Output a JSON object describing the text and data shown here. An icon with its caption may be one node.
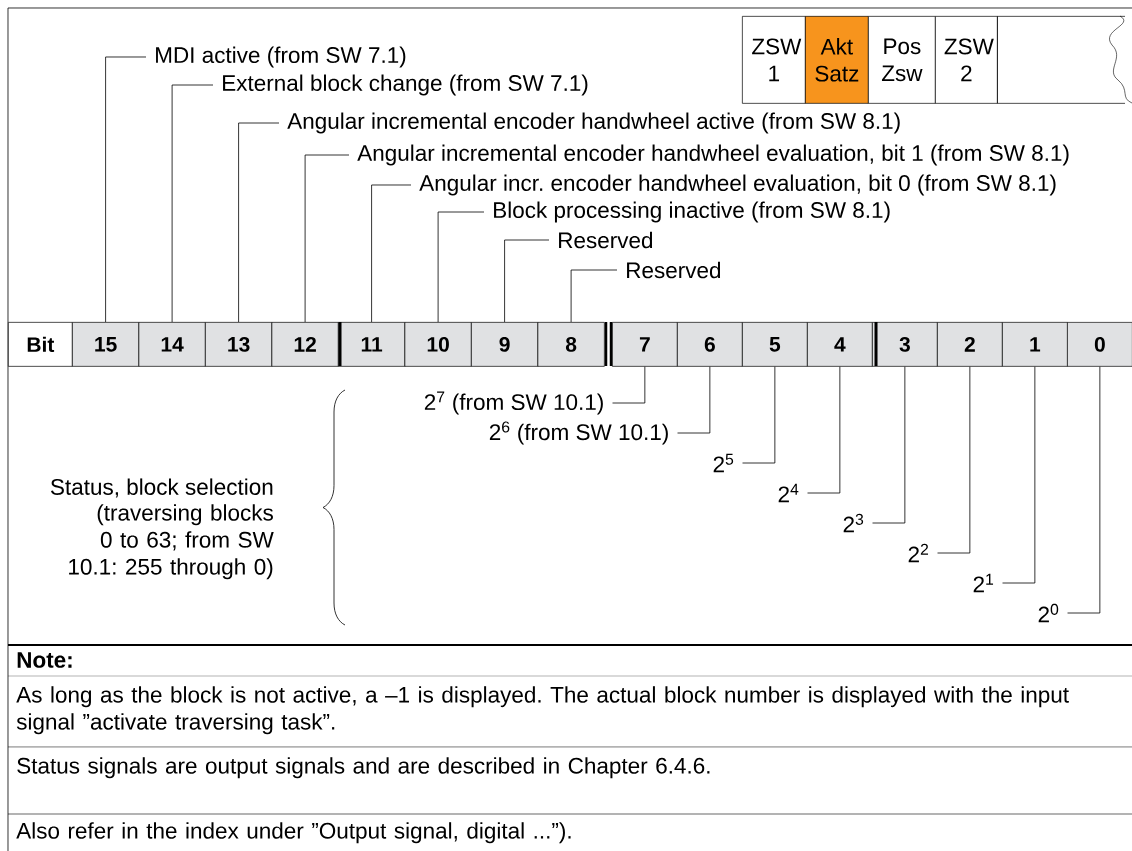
{
  "diagram": {
    "nodes": [
      {
        "text": [
          "ZSW 1"
        ]
      },
      {
        "text": [
          "Akt Satz"
        ]
      },
      {
        "text": [
          "Pos Zsw"
        ]
      },
      {
        "text": [
          "ZSW 2"
        ]
      },
      {
        "text": [],
        "shape": "box"
      },
      {
        "text": [
          "MDI active (from SW 7.1)"
        ]
      },
      {
        "text": [
          "External block change (from SW 7.1)"
        ]
      },
      {
        "text": [
          "Angular incremental encoder handwheel active (from SW 8.1)"
        ]
      },
      {
        "text": [
          "Angular incremental encoder handwheel evaluation, bit 1 (from SW 8.1)"
        ]
      },
      {
        "text": [
          "Angular incr. encoder handwheel evaluation, bit 0 (from SW 8.1)"
        ]
      },
      {
        "text": [
          "Block processing inactive (from SW 8.1)"
        ]
      },
      {
        "text": [
          "Reserved"
        ]
      },
      {
        "text": [
          "Reserved"
        ]
      },
      {
        "text": [
          "Bit"
        ]
      },
      {
        "text": [
          "15"
        ]
      },
      {
        "text": [
          "14"
        ]
      },
      {
        "text": [
          "13"
        ]
      },
      {
        "text": [
          "12"
        ]
      },
      {
        "text": [
          "11"
        ]
      },
      {
        "text": [
          "10"
        ]
      },
      {
        "text": [
          "9"
        ]
      },
      {
        "text": [
          "8"
        ]
      },
      {
        "text": [
          "7"
        ]
      },
      {
        "text": [
          "6"
        ]
      },
      {
        "text": [
          "5"
        ]
      },
      {
        "text": [
          "4"
        ]
      },
      {
        "text": [
          "3"
        ]
      },
      {
        "text": [
          "2"
        ]
      },
      {
        "text": [
          "1"
        ]
      },
      {
        "text": [
          "0"
        ]
      },
      {
        "text": [
          "2$^{7}$ (from SW 10.1)"
        ]
      },
      {
        "text": [
          "2$^{6}$ (from SW 10.1)"
        ]
      },
      {
        "text": [
          "2$^{5}$"
        ]
      },
      {
        "text": [
          "2$^{4}$"
        ]
      },
      {
        "text": [
          "2$^{3}$"
        ]
      },
      {
        "text": [
          "2$^{2}$"
        ]
      },
      {
        "text": [
          "2$^{1}$"
        ]
      },
      {
        "text": [
          "2$^{0}$"
        ]
      }
    ],
    "edges": [
      {
        "from": 5,
        "to": 14,
        "arrow": "none"
      },
      {
        "from": 6,
        "to": 15,
        "arrow": "none"
      },
      {
        "from": 7,
        "to": 16,
        "arrow": "none"
      },
      {
        "from": 8,
        "to": 17,
        "arrow": "none"
      },
      {
        "from": 9,
        "to": 18,
        "arrow": "none"
      },
      {
        "from": 10,
        "to": 19,
        "arrow": "none"
      },
      {
        "from": 11,
        "to": 20,
        "arrow": "none"
      },
      {
        "from": 12,
        "to": 21,
        "arrow": "none"
      },
      {
        "from": 30,
        "to": 22,
        "arrow": "none"
      },
      {
        "from": 31,
        "to": 23,
        "arrow": "none"
      },
      {
        "from": 32,
        "to": 24,
        "arrow": "none"
      },
      {
        "from": 33,
        "to": 25,
        "arrow": "none"
      },
      {
        "from": 34,
        "to": 26,
        "arrow": "none"
      },
      {
        "from": 35,
        "to": 27,
        "arrow": "none"
      },
      {
        "from": 36,
        "to": 28,
        "arrow": "none"
      },
      {
        "from": 37,
        "to": 29,
        "arrow": "none"
      }
    ],
    "labels": [
      "Status, block selection",
      "(traversing blocks 0 to 63; from SW 10.1: 255 through 0)",
      "Note:",
      "As long as the block is not active, a –1 is displayed. The actual block number is displayed with the input signal ”activate traversing task”.",
      "Status signals are output signals and are described in Chapter 6.4.6.",
      "Also refer in the index under ”Output signal, digital ...”)."
    ]
  }
}
